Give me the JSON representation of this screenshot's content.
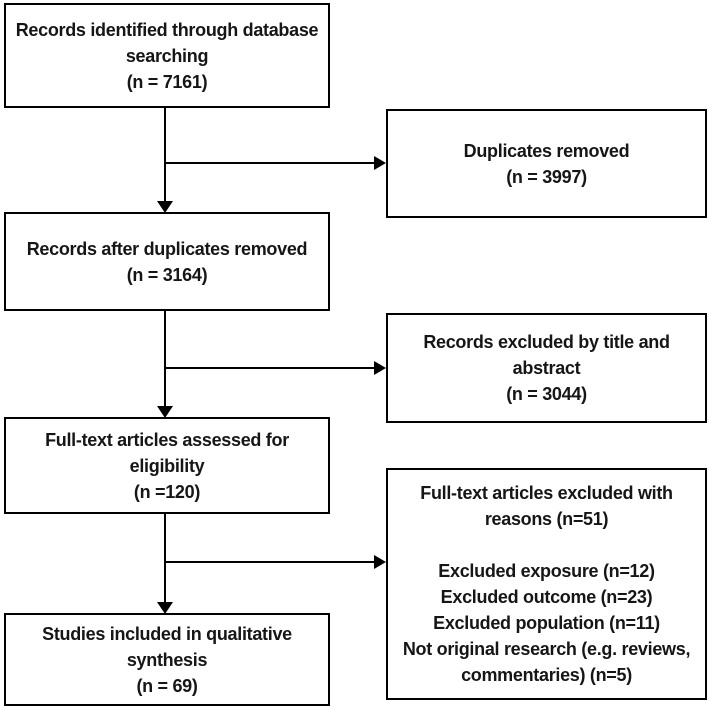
{
  "diagram": {
    "type": "prisma-flow-diagram",
    "colors": {
      "background": "#ffffff",
      "box_border": "#000000",
      "box_fill": "#ffffff",
      "text": "#161616",
      "arrow": "#000000"
    },
    "boxes": {
      "identified": {
        "text": "Records identified through database\nsearching\n(n = 7161)",
        "n": 7161
      },
      "duplicates_removed": {
        "text": "Duplicates removed\n(n = 3997)",
        "n": 3997
      },
      "after_duplicates": {
        "text": "Records after duplicates removed\n(n = 3164)",
        "n": 3164
      },
      "excluded_title_abstract": {
        "text": "Records excluded by title and\nabstract\n(n = 3044)",
        "n": 3044
      },
      "fulltext_assessed": {
        "text": "Full-text articles assessed for\neligibility\n(n =120)",
        "n": 120
      },
      "fulltext_excluded": {
        "text": "Full-text articles excluded with\nreasons (n=51)\n\nExcluded exposure (n=12)\nExcluded outcome (n=23)\nExcluded population (n=11)\nNot original research (e.g. reviews,\ncommentaries) (n=5)",
        "n": 51,
        "reasons": [
          {
            "label": "Excluded exposure",
            "n": 12
          },
          {
            "label": "Excluded outcome",
            "n": 23
          },
          {
            "label": "Excluded population",
            "n": 11
          },
          {
            "label": "Not original research (e.g. reviews, commentaries)",
            "n": 5
          }
        ]
      },
      "included_qualitative": {
        "text": "Studies included in qualitative\nsynthesis\n(n = 69)",
        "n": 69
      }
    },
    "arrows": [
      {
        "from": "identified",
        "to": "after_duplicates",
        "direction": "down"
      },
      {
        "from": "identified",
        "to": "duplicates_removed",
        "direction": "right"
      },
      {
        "from": "after_duplicates",
        "to": "fulltext_assessed",
        "direction": "down"
      },
      {
        "from": "after_duplicates",
        "to": "excluded_title_abstract",
        "direction": "right"
      },
      {
        "from": "fulltext_assessed",
        "to": "included_qualitative",
        "direction": "down"
      },
      {
        "from": "fulltext_assessed",
        "to": "fulltext_excluded",
        "direction": "right"
      }
    ]
  }
}
